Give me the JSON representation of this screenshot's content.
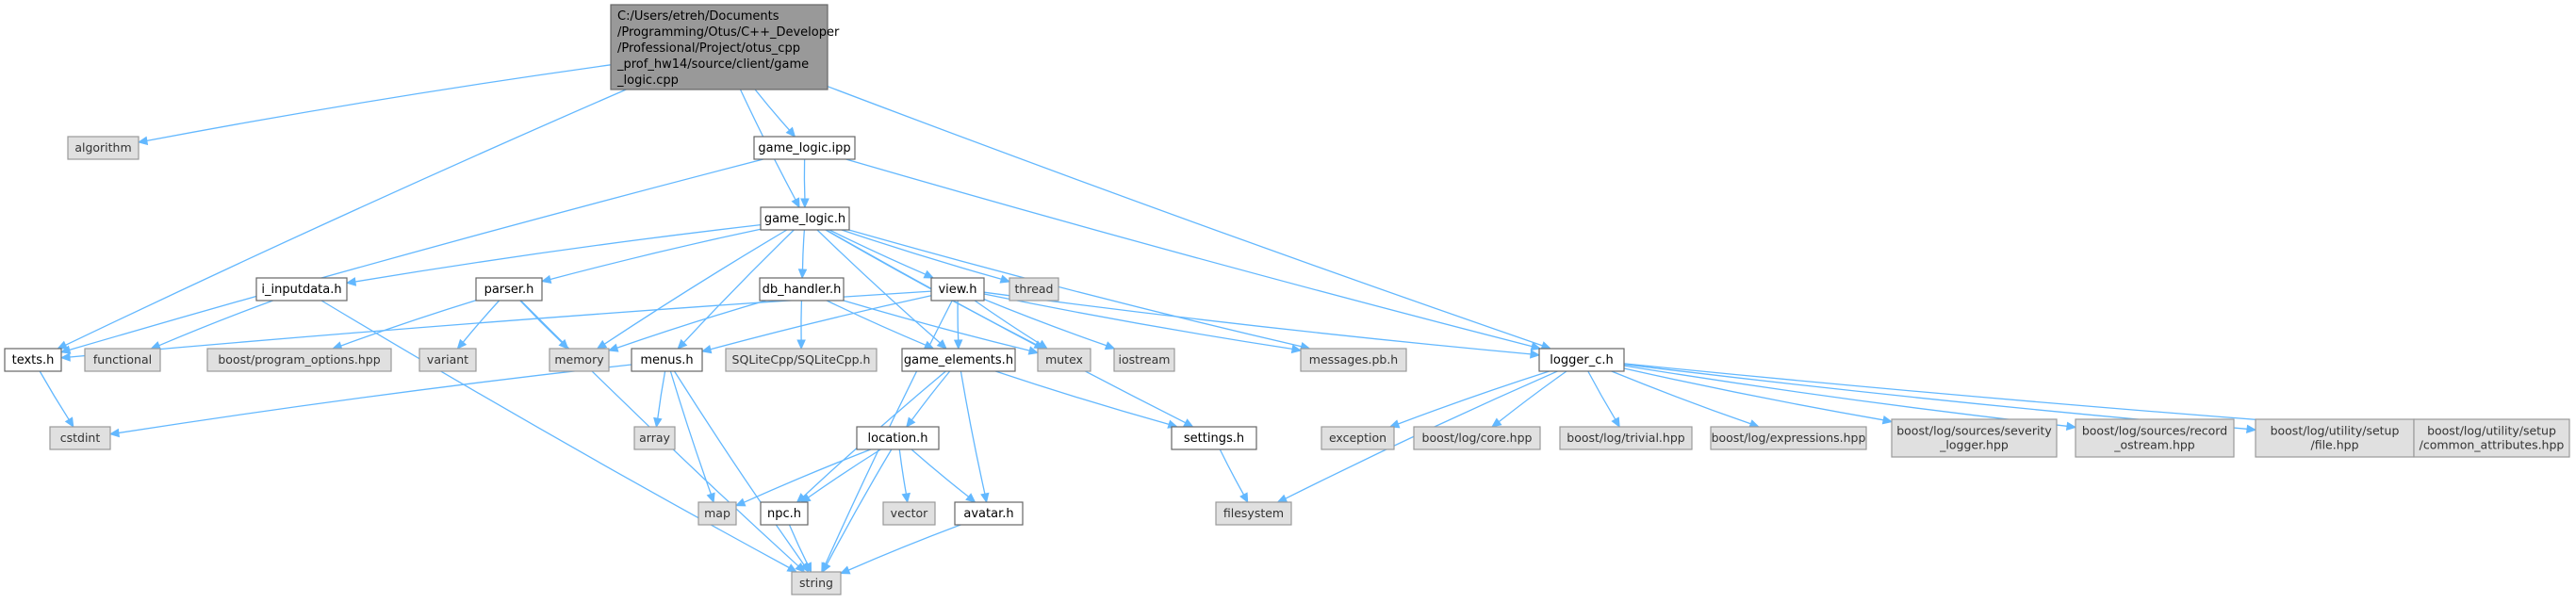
{
  "diagram": {
    "type": "include-dependency-graph",
    "root": "root",
    "nodes": [
      {
        "id": "root",
        "kind": "root",
        "lines": [
          "C:/Users/etreh/Documents",
          "/Programming/Otus/C++_Developer",
          "/Professional/Project/otus_cpp",
          "_prof_hw14/source/client/game",
          "_logic.cpp"
        ]
      },
      {
        "id": "algorithm",
        "kind": "sys",
        "lines": [
          "algorithm"
        ]
      },
      {
        "id": "game_logic_ipp",
        "kind": "local",
        "lines": [
          "game_logic.ipp"
        ]
      },
      {
        "id": "game_logic_h",
        "kind": "local",
        "lines": [
          "game_logic.h"
        ]
      },
      {
        "id": "i_inputdata",
        "kind": "local",
        "lines": [
          "i_inputdata.h"
        ]
      },
      {
        "id": "parser",
        "kind": "local",
        "lines": [
          "parser.h"
        ]
      },
      {
        "id": "db_handler",
        "kind": "local",
        "lines": [
          "db_handler.h"
        ]
      },
      {
        "id": "view",
        "kind": "local",
        "lines": [
          "view.h"
        ]
      },
      {
        "id": "thread",
        "kind": "sys",
        "lines": [
          "thread"
        ]
      },
      {
        "id": "texts",
        "kind": "local",
        "lines": [
          "texts.h"
        ]
      },
      {
        "id": "functional",
        "kind": "sys",
        "lines": [
          "functional"
        ]
      },
      {
        "id": "program_options",
        "kind": "sys",
        "lines": [
          "boost/program_options.hpp"
        ]
      },
      {
        "id": "variant",
        "kind": "sys",
        "lines": [
          "variant"
        ]
      },
      {
        "id": "memory",
        "kind": "sys",
        "lines": [
          "memory"
        ]
      },
      {
        "id": "menus",
        "kind": "local",
        "lines": [
          "menus.h"
        ]
      },
      {
        "id": "sqlitecpp",
        "kind": "sys",
        "lines": [
          "SQLiteCpp/SQLiteCpp.h"
        ]
      },
      {
        "id": "game_elements",
        "kind": "local",
        "lines": [
          "game_elements.h"
        ]
      },
      {
        "id": "mutex",
        "kind": "sys",
        "lines": [
          "mutex"
        ]
      },
      {
        "id": "iostream",
        "kind": "sys",
        "lines": [
          "iostream"
        ]
      },
      {
        "id": "messages_pb",
        "kind": "sys",
        "lines": [
          "messages.pb.h"
        ]
      },
      {
        "id": "logger_c",
        "kind": "local",
        "lines": [
          "logger_c.h"
        ]
      },
      {
        "id": "cstdint",
        "kind": "sys",
        "lines": [
          "cstdint"
        ]
      },
      {
        "id": "array",
        "kind": "sys",
        "lines": [
          "array"
        ]
      },
      {
        "id": "location",
        "kind": "local",
        "lines": [
          "location.h"
        ]
      },
      {
        "id": "settings",
        "kind": "local",
        "lines": [
          "settings.h"
        ]
      },
      {
        "id": "map",
        "kind": "sys",
        "lines": [
          "map"
        ]
      },
      {
        "id": "npc",
        "kind": "local",
        "lines": [
          "npc.h"
        ]
      },
      {
        "id": "vector",
        "kind": "sys",
        "lines": [
          "vector"
        ]
      },
      {
        "id": "avatar",
        "kind": "local",
        "lines": [
          "avatar.h"
        ]
      },
      {
        "id": "filesystem",
        "kind": "sys",
        "lines": [
          "filesystem"
        ]
      },
      {
        "id": "string",
        "kind": "sys",
        "lines": [
          "string"
        ]
      },
      {
        "id": "exception",
        "kind": "sys",
        "lines": [
          "exception"
        ]
      },
      {
        "id": "boost_core",
        "kind": "sys",
        "lines": [
          "boost/log/core.hpp"
        ]
      },
      {
        "id": "boost_trivial",
        "kind": "sys",
        "lines": [
          "boost/log/trivial.hpp"
        ]
      },
      {
        "id": "boost_expressions",
        "kind": "sys",
        "lines": [
          "boost/log/expressions.hpp"
        ]
      },
      {
        "id": "boost_severity",
        "kind": "sys",
        "lines": [
          "boost/log/sources/severity",
          "_logger.hpp"
        ]
      },
      {
        "id": "boost_record",
        "kind": "sys",
        "lines": [
          "boost/log/sources/record",
          "_ostream.hpp"
        ]
      },
      {
        "id": "boost_file",
        "kind": "sys",
        "lines": [
          "boost/log/utility/setup",
          "/file.hpp"
        ]
      },
      {
        "id": "boost_common",
        "kind": "sys",
        "lines": [
          "boost/log/utility/setup",
          "/common_attributes.hpp"
        ]
      }
    ],
    "edges": [
      [
        "root",
        "algorithm"
      ],
      [
        "root",
        "game_logic_ipp"
      ],
      [
        "root",
        "game_logic_h"
      ],
      [
        "root",
        "texts"
      ],
      [
        "root",
        "logger_c"
      ],
      [
        "game_logic_ipp",
        "game_logic_h"
      ],
      [
        "game_logic_ipp",
        "texts"
      ],
      [
        "game_logic_ipp",
        "logger_c"
      ],
      [
        "game_logic_h",
        "i_inputdata"
      ],
      [
        "game_logic_h",
        "parser"
      ],
      [
        "game_logic_h",
        "db_handler"
      ],
      [
        "game_logic_h",
        "view"
      ],
      [
        "game_logic_h",
        "thread"
      ],
      [
        "game_logic_h",
        "memory"
      ],
      [
        "game_logic_h",
        "menus"
      ],
      [
        "game_logic_h",
        "game_elements"
      ],
      [
        "game_logic_h",
        "mutex"
      ],
      [
        "game_logic_h",
        "messages_pb"
      ],
      [
        "game_logic_h",
        "settings"
      ],
      [
        "i_inputdata",
        "functional"
      ],
      [
        "i_inputdata",
        "string"
      ],
      [
        "parser",
        "program_options"
      ],
      [
        "parser",
        "variant"
      ],
      [
        "parser",
        "memory"
      ],
      [
        "parser",
        "string"
      ],
      [
        "db_handler",
        "sqlitecpp"
      ],
      [
        "db_handler",
        "memory"
      ],
      [
        "db_handler",
        "game_elements"
      ],
      [
        "db_handler",
        "mutex"
      ],
      [
        "view",
        "texts"
      ],
      [
        "view",
        "menus"
      ],
      [
        "view",
        "game_elements"
      ],
      [
        "view",
        "mutex"
      ],
      [
        "view",
        "iostream"
      ],
      [
        "view",
        "messages_pb"
      ],
      [
        "view",
        "logger_c"
      ],
      [
        "view",
        "string"
      ],
      [
        "texts",
        "cstdint"
      ],
      [
        "menus",
        "cstdint"
      ],
      [
        "menus",
        "array"
      ],
      [
        "menus",
        "map"
      ],
      [
        "menus",
        "string"
      ],
      [
        "game_elements",
        "location"
      ],
      [
        "game_elements",
        "npc"
      ],
      [
        "game_elements",
        "avatar"
      ],
      [
        "game_elements",
        "settings"
      ],
      [
        "location",
        "map"
      ],
      [
        "location",
        "npc"
      ],
      [
        "location",
        "vector"
      ],
      [
        "location",
        "avatar"
      ],
      [
        "location",
        "string"
      ],
      [
        "npc",
        "string"
      ],
      [
        "avatar",
        "string"
      ],
      [
        "settings",
        "filesystem"
      ],
      [
        "logger_c",
        "filesystem"
      ],
      [
        "logger_c",
        "exception"
      ],
      [
        "logger_c",
        "boost_core"
      ],
      [
        "logger_c",
        "boost_trivial"
      ],
      [
        "logger_c",
        "boost_expressions"
      ],
      [
        "logger_c",
        "boost_severity"
      ],
      [
        "logger_c",
        "boost_record"
      ],
      [
        "logger_c",
        "boost_file"
      ],
      [
        "logger_c",
        "boost_common"
      ]
    ]
  }
}
